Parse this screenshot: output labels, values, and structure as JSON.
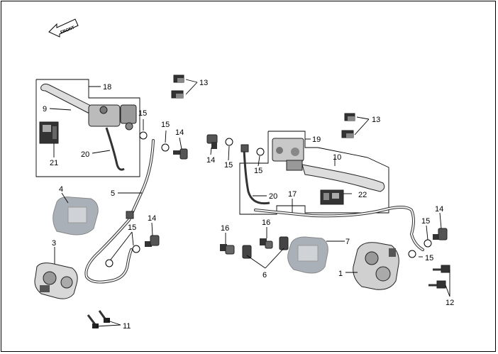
{
  "direction_arrow": {
    "text": "FRONT"
  },
  "callouts": [
    {
      "id": "c18",
      "text": "18"
    },
    {
      "id": "c9",
      "text": "9"
    },
    {
      "id": "c15a",
      "text": "15"
    },
    {
      "id": "c15b",
      "text": "15"
    },
    {
      "id": "c14a",
      "text": "14"
    },
    {
      "id": "c20a",
      "text": "20"
    },
    {
      "id": "c21",
      "text": "21"
    },
    {
      "id": "c13a",
      "text": "13"
    },
    {
      "id": "c4",
      "text": "4"
    },
    {
      "id": "c5",
      "text": "5"
    },
    {
      "id": "c15c",
      "text": "15"
    },
    {
      "id": "c14b",
      "text": "14"
    },
    {
      "id": "c3",
      "text": "3"
    },
    {
      "id": "c11",
      "text": "11"
    },
    {
      "id": "c14c",
      "text": "14"
    },
    {
      "id": "c15d",
      "text": "15"
    },
    {
      "id": "c15e",
      "text": "15"
    },
    {
      "id": "c19",
      "text": "19"
    },
    {
      "id": "c13b",
      "text": "13"
    },
    {
      "id": "c10",
      "text": "10"
    },
    {
      "id": "c17",
      "text": "17"
    },
    {
      "id": "c20b",
      "text": "20"
    },
    {
      "id": "c22",
      "text": "22"
    },
    {
      "id": "c16a",
      "text": "16"
    },
    {
      "id": "c16b",
      "text": "16"
    },
    {
      "id": "c7",
      "text": "7"
    },
    {
      "id": "c6",
      "text": "6"
    },
    {
      "id": "c14d",
      "text": "14"
    },
    {
      "id": "c15f",
      "text": "15"
    },
    {
      "id": "c15g",
      "text": "15"
    },
    {
      "id": "c1",
      "text": "1"
    },
    {
      "id": "c12",
      "text": "12"
    }
  ]
}
